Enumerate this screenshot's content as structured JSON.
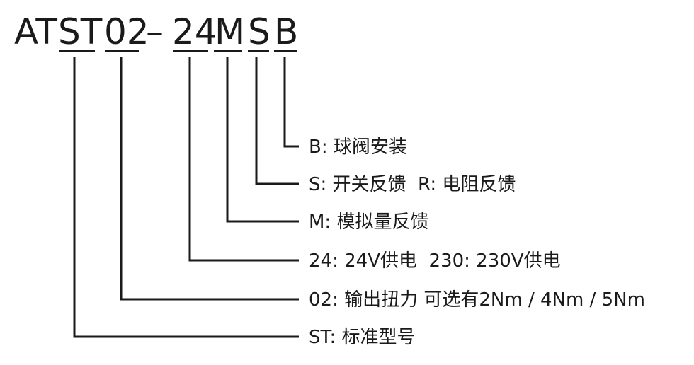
{
  "model_code": {
    "prefix": "AT",
    "segments": [
      {
        "key": "series",
        "text": "ST"
      },
      {
        "key": "torque",
        "text": "02"
      },
      {
        "key": "dash",
        "text": "–"
      },
      {
        "key": "voltage",
        "text": "24"
      },
      {
        "key": "module",
        "text": "M"
      },
      {
        "key": "feedback",
        "text": "S"
      },
      {
        "key": "mounting",
        "text": "B"
      }
    ]
  },
  "descriptions": [
    {
      "key": "mounting",
      "text": "B: 球阀安装"
    },
    {
      "key": "feedback",
      "text": "S: 开关反馈  R: 电阻反馈"
    },
    {
      "key": "module",
      "text": "M: 模拟量反馈"
    },
    {
      "key": "voltage",
      "text": "24: 24V供电  230: 230V供电"
    },
    {
      "key": "torque",
      "text": "02: 输出扭力 可选有2Nm / 4Nm / 5Nm"
    },
    {
      "key": "series",
      "text": "ST: 标准型号"
    }
  ],
  "colors": {
    "text": "#1a1a1a",
    "background": "#ffffff"
  }
}
